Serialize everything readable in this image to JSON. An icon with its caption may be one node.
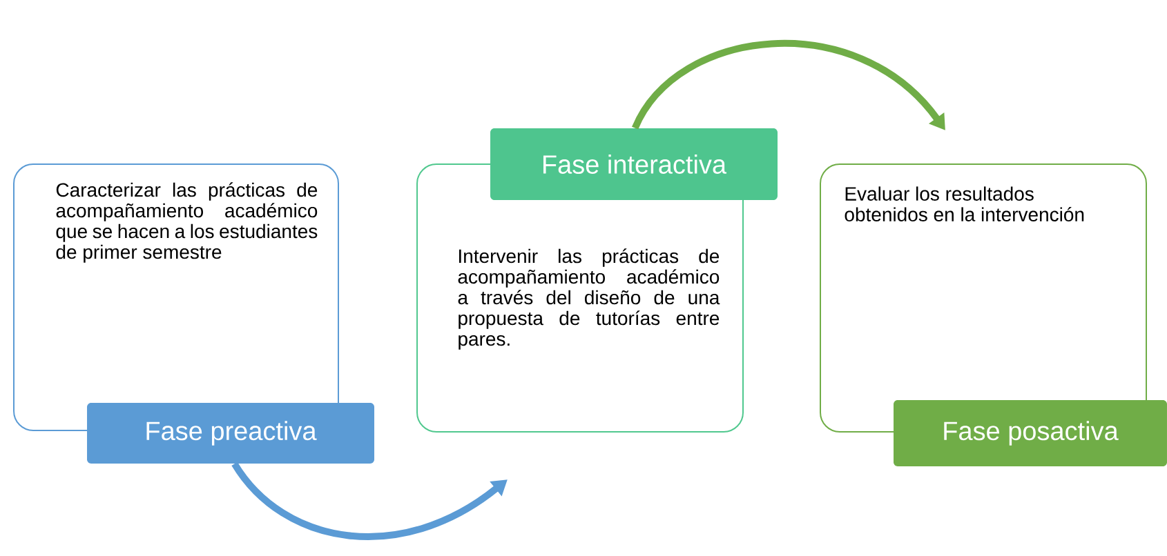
{
  "diagram": {
    "nodes": [
      {
        "text": [
          "Caracterizar las prácticas de acompañamiento académico que se hacen a los estudiantes de primer semestre"
        ]
      },
      {
        "text": [
          "Fase preactiva"
        ]
      },
      {
        "text": [
          "Intervenir las prácticas de acompañamiento académico a través del diseño de una propuesta de tutorías entre pares."
        ]
      },
      {
        "text": [
          "Fase interactiva"
        ]
      },
      {
        "text": [
          "Evaluar los resultados obtenidos en la intervención"
        ]
      },
      {
        "text": [
          "Fase posactiva"
        ]
      }
    ],
    "edges": [
      {
        "from": 1,
        "to": 2,
        "arrow": "to",
        "color": "#5b9bd5"
      },
      {
        "from": 3,
        "to": 4,
        "arrow": "to",
        "color": "#70ad47"
      }
    ]
  }
}
